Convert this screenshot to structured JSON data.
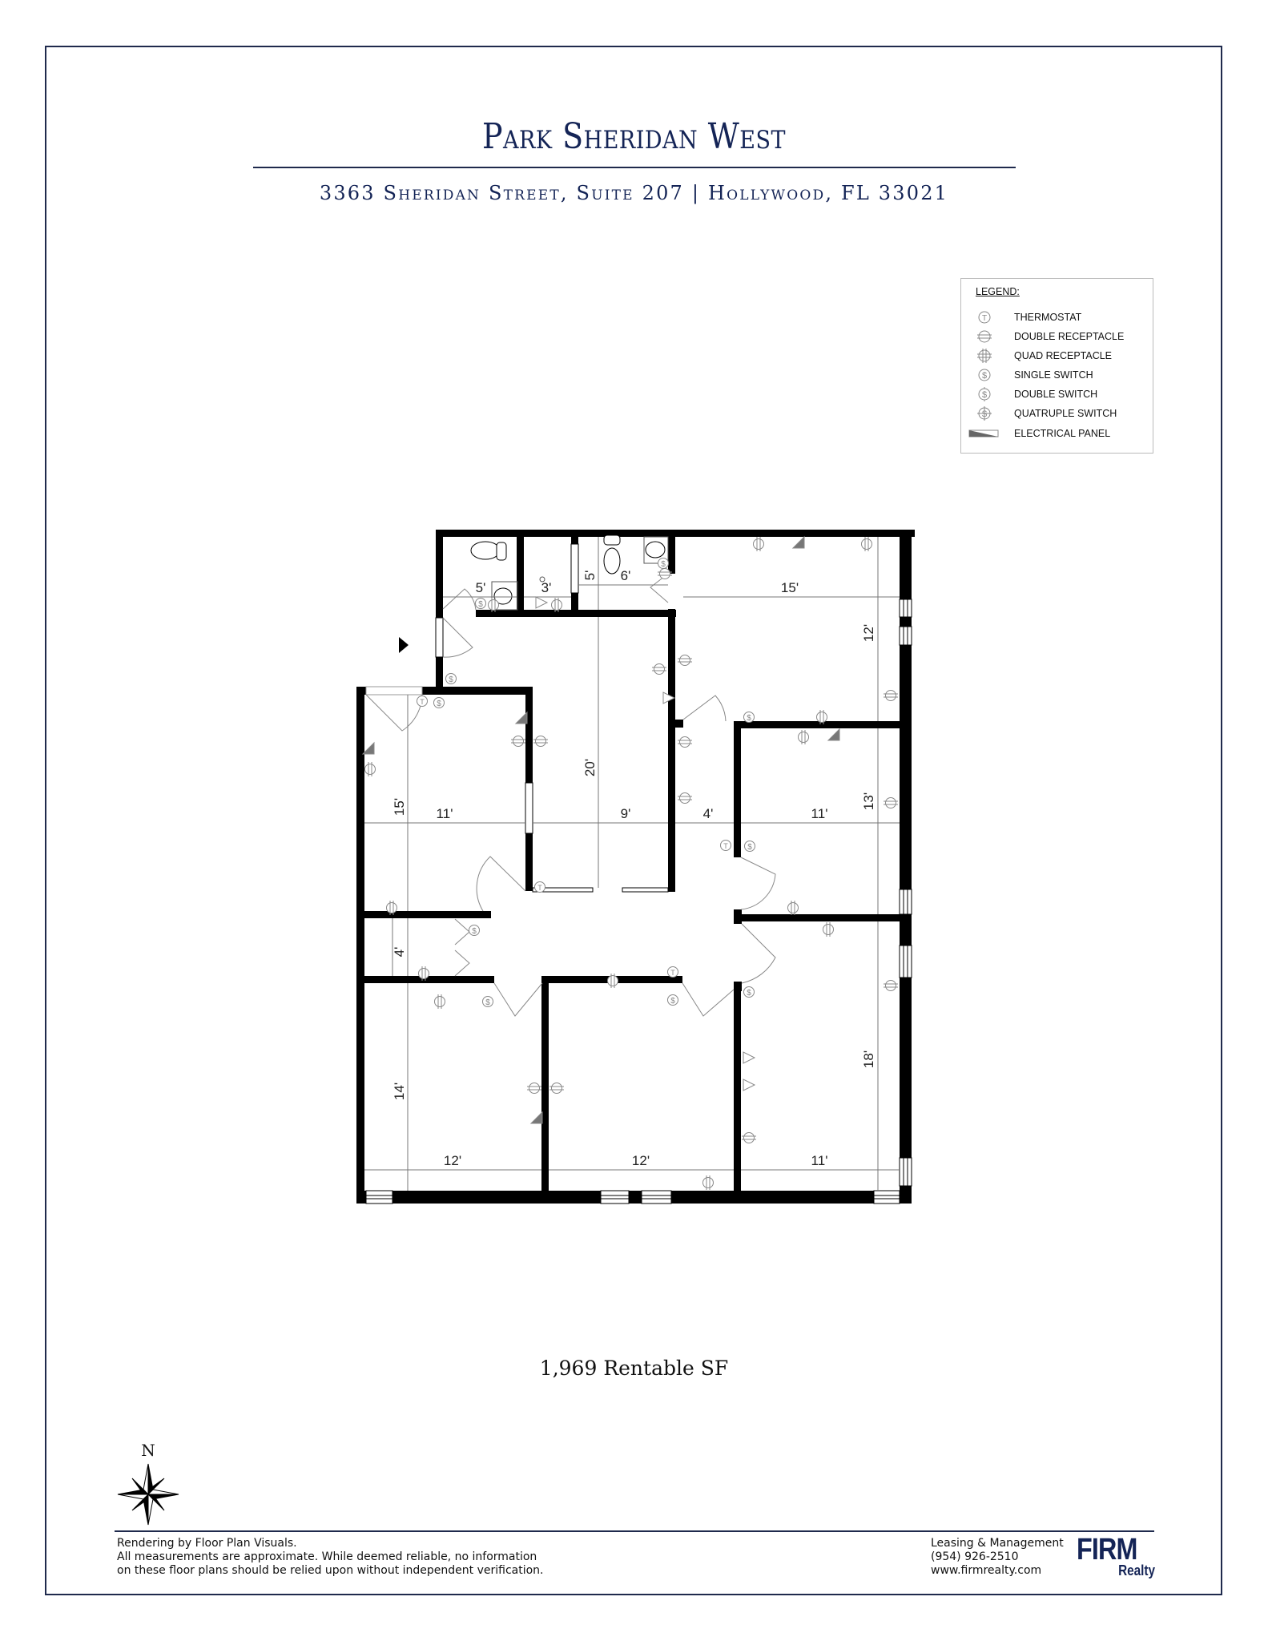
{
  "header": {
    "title": "Park Sheridan West",
    "subtitle": "3363 Sheridan Street, Suite 207 | Hollywood, FL 33021"
  },
  "legend": {
    "title": "LEGEND:",
    "items": [
      {
        "icon": "thermostat-icon",
        "label": "THERMOSTAT"
      },
      {
        "icon": "double-receptacle-icon",
        "label": "DOUBLE RECEPTACLE"
      },
      {
        "icon": "quad-receptacle-icon",
        "label": "QUAD RECEPTACLE"
      },
      {
        "icon": "single-switch-icon",
        "label": "SINGLE SWITCH"
      },
      {
        "icon": "double-switch-icon",
        "label": "DOUBLE SWITCH"
      },
      {
        "icon": "quadruple-switch-icon",
        "label": "QUATRUPLE SWITCH"
      },
      {
        "icon": "electrical-panel-icon",
        "label": "ELECTRICAL PANEL"
      }
    ]
  },
  "floor_plan": {
    "dimensions": {
      "restroom_1_width": "5'",
      "closet_width": "3'",
      "restroom_2_depth": "5'",
      "restroom_2_width": "6'",
      "office_ne_width": "15'",
      "office_ne_depth": "12'",
      "reception_depth": "20'",
      "reception_width": "9'",
      "office_nw_depth": "15'",
      "office_nw_width": "11'",
      "hall_width": "4'",
      "office_e_width": "11'",
      "office_e_depth": "13'",
      "storage_depth": "4'",
      "office_sw_depth": "14'",
      "office_sw_width": "12'",
      "office_s_width": "12'",
      "office_se_width": "11'",
      "office_se_depth": "18'"
    },
    "symbols": {
      "thermostat": "T",
      "switch": "S"
    }
  },
  "area": {
    "label": "1,969 Rentable SF"
  },
  "compass": {
    "north_label": "N"
  },
  "footer": {
    "left_lines": [
      "Rendering by Floor Plan Visuals.",
      "All measurements are approximate. While deemed reliable, no information",
      "on these floor plans should be relied upon without independent verification."
    ],
    "right_lines": [
      "Leasing & Management",
      "(954) 926-2510",
      "www.firmrealty.com"
    ],
    "logo": {
      "main": "FIRM",
      "sub": "Realty"
    }
  },
  "colors": {
    "brand_navy": "#142456",
    "wall": "#000000",
    "symbol_gray": "#777777"
  }
}
